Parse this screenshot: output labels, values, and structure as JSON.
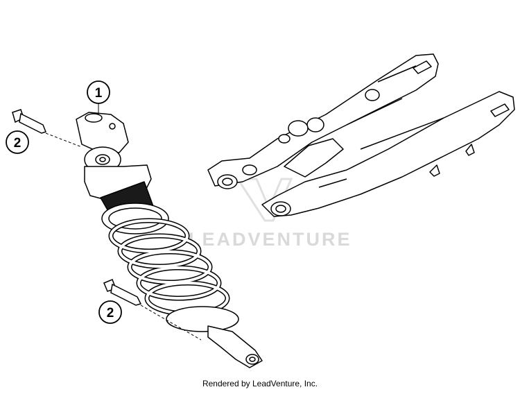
{
  "diagram": {
    "callouts": [
      {
        "id": "shock-absorber",
        "label": "1"
      },
      {
        "id": "bolt-upper",
        "label": "2"
      },
      {
        "id": "bolt-lower",
        "label": "2"
      }
    ],
    "watermark_text": "LEADVENTURE",
    "footer_text": "Rendered by LeadVenture, Inc.",
    "colors": {
      "line": "#000000",
      "background": "#ffffff",
      "watermark": "#d9d9d9",
      "spring_dark": "#1a1a1a"
    }
  }
}
